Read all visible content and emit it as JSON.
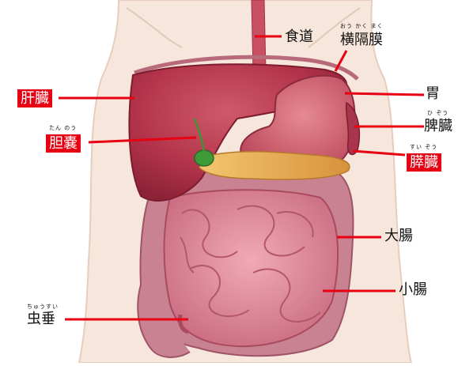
{
  "labels": {
    "esophagus": "食道",
    "diaphragm": "横隔膜",
    "diaphragm_reading": "おう かく まく",
    "liver": "肝臓",
    "stomach": "胃",
    "spleen": "脾臓",
    "spleen_reading": "ひ ぞう",
    "gallbladder": "胆嚢",
    "gallbladder_reading": "たん のう",
    "pancreas": "膵臓",
    "pancreas_reading": "すい ぞう",
    "large_intestine": "大腸",
    "small_intestine": "小腸",
    "appendix": "虫垂",
    "appendix_reading": "ちゅうすい"
  },
  "colors": {
    "accent_red": "#e60012",
    "skin": "#f7e6dc",
    "liver": "#b3344a",
    "stomach": "#d4606e",
    "pancreas": "#e2a24a",
    "intestine": "#de8a9a",
    "colon": "#c97e8e",
    "gallbladder": "#3f9a3a"
  }
}
